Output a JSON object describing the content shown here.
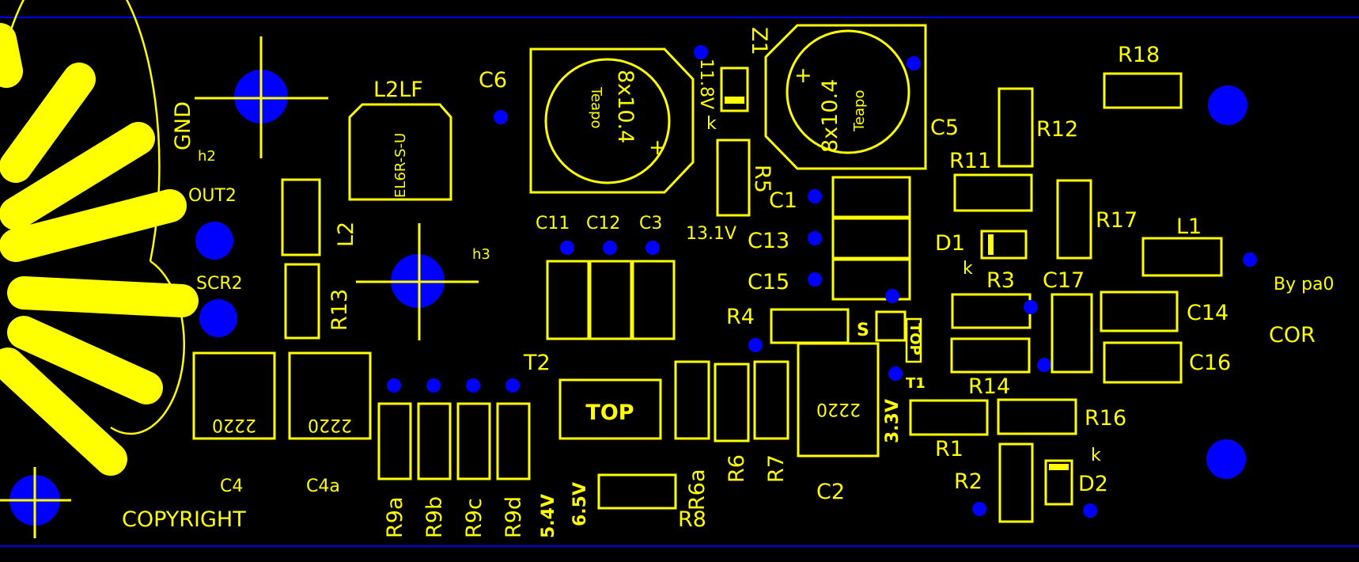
{
  "colors": {
    "background": "#000000",
    "silkscreen": "#ffff00",
    "pad": "#0000ff",
    "border": "#0000ff"
  },
  "labels": {
    "gnd": "GND",
    "h2": "h2",
    "h3": "h3",
    "out2": "OUT2",
    "scr2": "SCR2",
    "l2lf": "L2LF",
    "l2lf_part": "EL6R-S-U",
    "l2": "L2",
    "r13": "R13",
    "c6": "C6",
    "cap_size_left": "8x10.4",
    "cap_brand_left": "Teapo",
    "cap_size_right": "8x10.4",
    "cap_brand_right": "Teapo",
    "plus": "+",
    "v118": "11.8V",
    "k_z1": "k",
    "z1": "Z1",
    "r5": "R5",
    "v131": "13.1V",
    "c5": "C5",
    "c1": "C1",
    "c13": "C13",
    "c15": "C15",
    "r4": "R4",
    "s": "S",
    "top_small": "TOP",
    "t1": "T1",
    "c11": "C11",
    "c12": "C12",
    "c3": "C3",
    "t2": "T2",
    "top_big": "TOP",
    "c4": "C4",
    "c4a": "C4a",
    "c4_value": "2220",
    "c4a_value": "2220",
    "copyright": "COPYRIGHT",
    "r9a": "R9a",
    "r9b": "R9b",
    "r9c": "R9c",
    "r9d": "R9d",
    "v54": "5.4V",
    "v65": "6.5V",
    "r8": "R8",
    "r6a": "R6a",
    "r6": "R6",
    "r7": "R7",
    "c2": "C2",
    "c2_value": "2220",
    "v33": "3.3V",
    "r18": "R18",
    "r12": "R12",
    "r11": "R11",
    "d1": "D1",
    "k_d1": "k",
    "r3": "R3",
    "r17": "R17",
    "c17": "C17",
    "l1": "L1",
    "r14": "R14",
    "c14": "C14",
    "c16": "C16",
    "r1": "R1",
    "r16": "R16",
    "r2": "R2",
    "k_d2": "k",
    "d2": "D2",
    "by": "By pa0",
    "cor": "COR"
  }
}
